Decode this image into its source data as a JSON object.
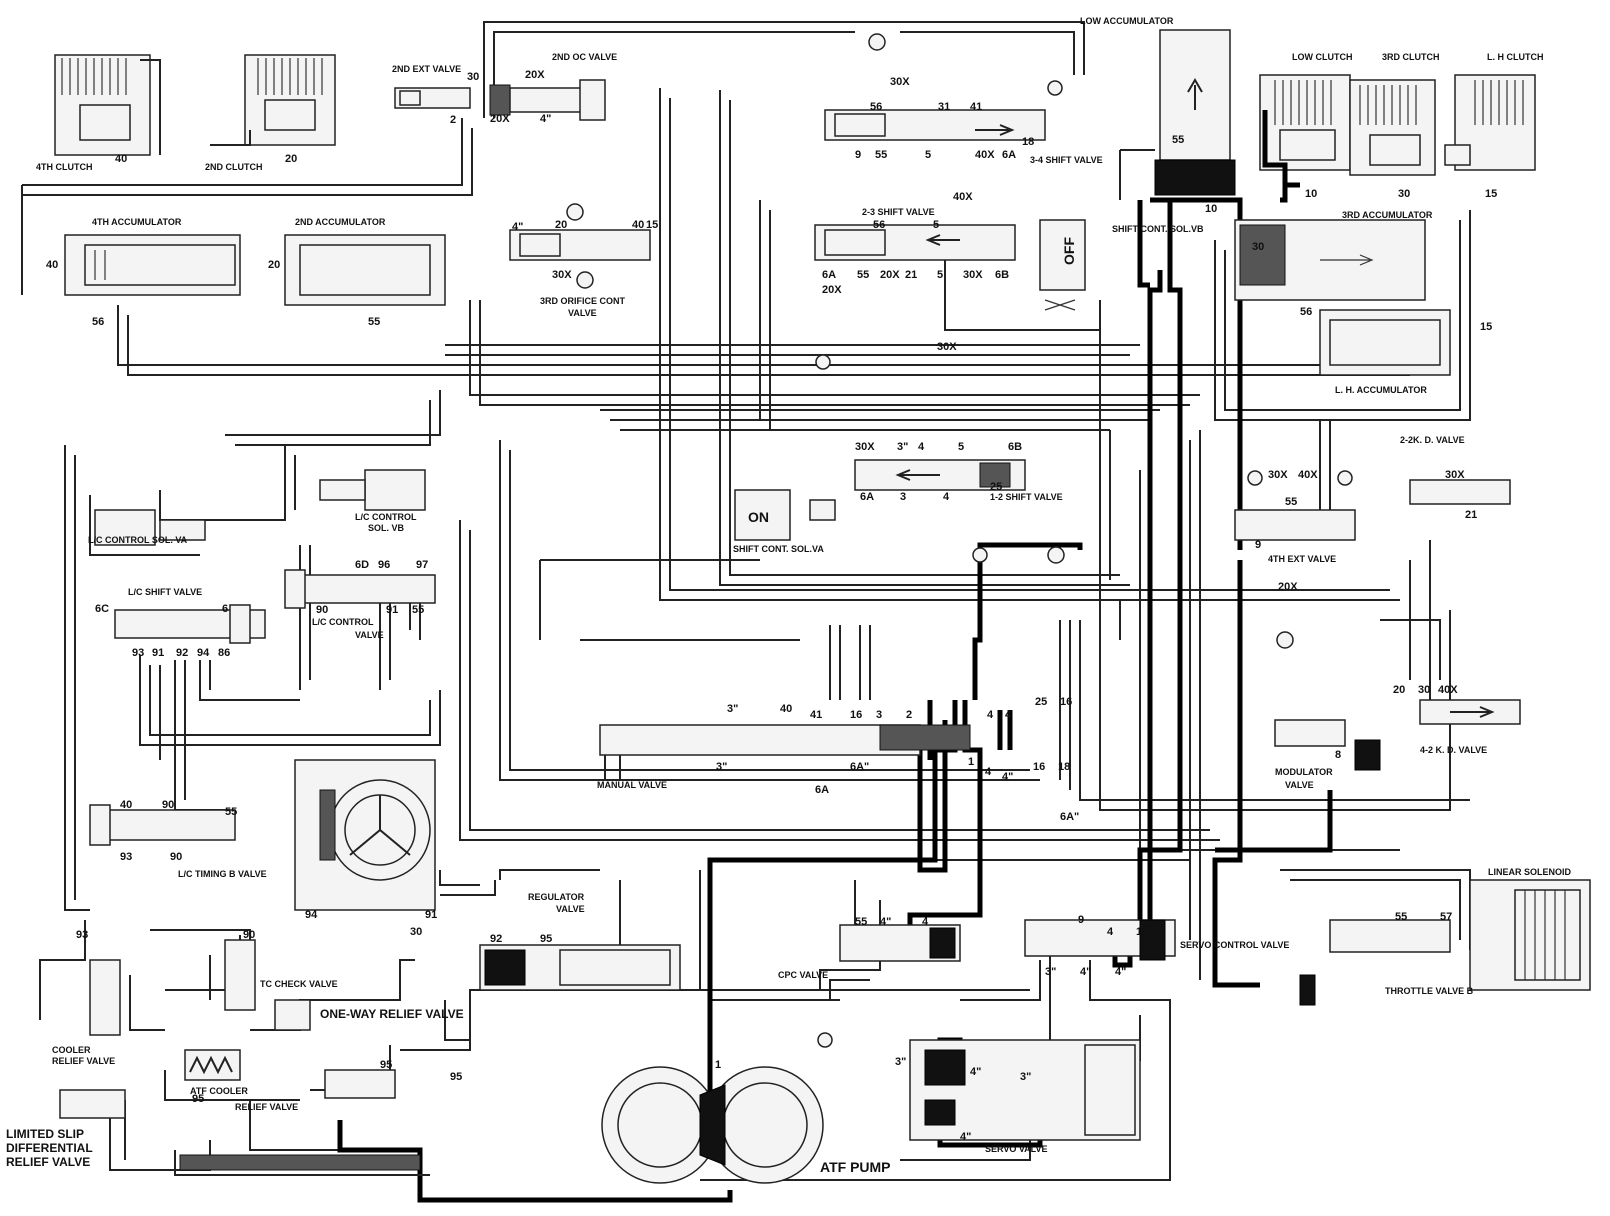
{
  "labels": {
    "low_accumulator": "LOW ACCUMULATOR",
    "second_oc_valve": "2ND OC VALVE",
    "second_ext_valve": "2ND EXT VALVE",
    "fourth_clutch": "4TH CLUTCH",
    "second_clutch": "2ND CLUTCH",
    "low_clutch": "LOW CLUTCH",
    "third_clutch": "3RD CLUTCH",
    "lh_clutch": "L. H CLUTCH",
    "fourth_accumulator": "4TH ACCUMULATOR",
    "second_accumulator": "2ND ACCUMULATOR",
    "third_accumulator": "3RD ACCUMULATOR",
    "lh_accumulator": "L. H. ACCUMULATOR",
    "shift_34": "3-4 SHIFT VALVE",
    "shift_23": "2-3 SHIFT VALVE",
    "shift_12": "1-2 SHIFT VALVE",
    "shift_cont_sol_vb": "SHIFT CONT. SOL.VB",
    "shift_cont_sol_va": "SHIFT CONT. SOL.VA",
    "third_orifice": "3RD ORIFICE CONT",
    "valve_word": "VALVE",
    "kd_22": "2-2K. D. VALVE",
    "kd_42": "4-2 K. D. VALVE",
    "fourth_ext_valve": "4TH EXT VALVE",
    "lc_control_sol_vb": "L/C CONTROL",
    "lc_control_sol_vb2": "SOL. VB",
    "lc_control_sol_va": "L/C CONTROL SOL. VA",
    "lc_shift_valve": "L/C SHIFT VALVE",
    "lc_control_valve": "L/C CONTROL",
    "lc_control_valve2": "VALVE",
    "lc_timing": "L/C TIMING B VALVE",
    "tc_check": "TC CHECK VALVE",
    "one_way_relief": "ONE-WAY RELIEF VALVE",
    "cooler_relief": "COOLER",
    "cooler_relief2": "RELIEF VALVE",
    "atf_cooler": "ATF COOLER",
    "relief_valve": "RELIEF VALVE",
    "limited_slip1": "LIMITED SLIP",
    "limited_slip2": "DIFFERENTIAL",
    "limited_slip3": "RELIEF VALVE",
    "regulator": "REGULATOR",
    "regulator2": "VALVE",
    "manual_valve": "MANUAL VALVE",
    "cpc_valve": "CPC VALVE",
    "servo_control": "SERVO CONTROL VALVE",
    "servo_valve": "SERVO VALVE",
    "throttle_valve": "THROTTLE VALVE B",
    "linear_solenoid": "LINEAR SOLENOID",
    "modulator": "MODULATOR",
    "modulator2": "VALVE",
    "atf_pump": "ATF PUMP",
    "on": "ON",
    "off": "OFF"
  },
  "ports": {
    "p40": "40",
    "p20": "20",
    "p56": "56",
    "p55": "55",
    "p30": "30",
    "p15": "15",
    "p10": "10",
    "p2": "2",
    "p20x": "20X",
    "p30x": "30X",
    "p4q": "4\"",
    "p5": "5",
    "p9": "9",
    "p31": "31",
    "p41": "41",
    "p6a": "6A",
    "p18": "18",
    "p40x": "40X",
    "p6b": "6B",
    "p21": "21",
    "p3q": "3\"",
    "p3": "3",
    "p4": "4",
    "p25": "25",
    "p16": "16",
    "p1": "1",
    "p6aq": "6A\"",
    "p57": "57",
    "p6c": "6C",
    "p6d": "6D",
    "p96": "96",
    "p97": "97",
    "p6": "6",
    "p90": "90",
    "p91": "91",
    "p93": "93",
    "p92": "92",
    "p94": "94",
    "p86": "86",
    "p95": "95",
    "p94b": "94",
    "p10x": "10",
    "x": "X",
    "p8": "8",
    "p30b": "30"
  }
}
